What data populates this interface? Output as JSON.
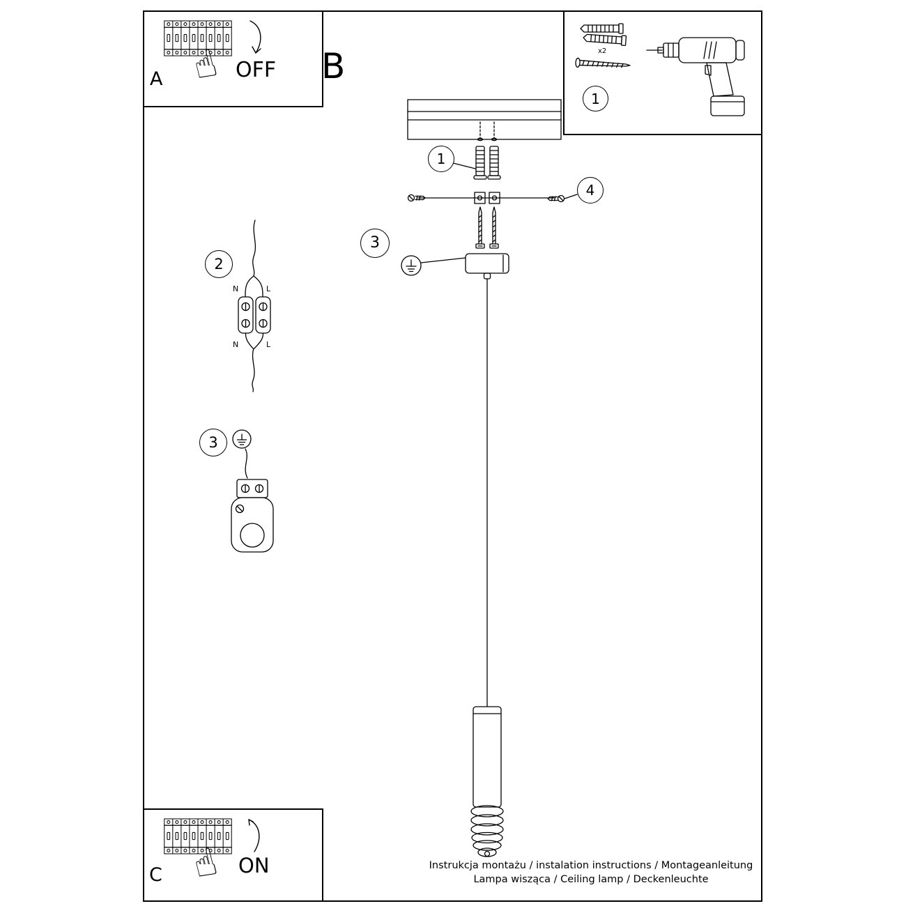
{
  "colors": {
    "ink": "#000000",
    "background": "#ffffff"
  },
  "panel_a": {
    "label": "A",
    "action": "OFF"
  },
  "panel_b": {
    "label": "B"
  },
  "panel_c": {
    "label": "C",
    "action": "ON"
  },
  "tools_panel": {
    "step": "1",
    "quantity": "x2"
  },
  "steps": {
    "step1": "1",
    "step2": "2",
    "step3": "3",
    "step4": "4"
  },
  "wiring": {
    "neutral_top": "N",
    "live_top": "L",
    "neutral_bottom": "N",
    "live_bottom": "L"
  },
  "icons": {
    "hand": "☝"
  },
  "footer": {
    "line1": "Instrukcja montażu / instalation instructions / Montageanleitung",
    "line2": "Lampa wisząca / Ceiling lamp / Deckenleuchte"
  }
}
